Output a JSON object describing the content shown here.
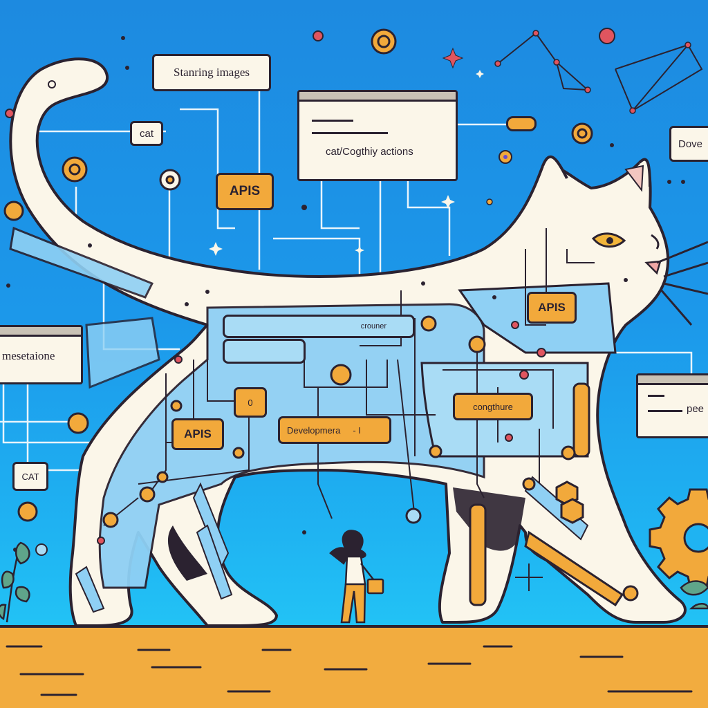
{
  "labels": {
    "starting_images": "Stanring images",
    "cat_top": "cat",
    "cognitive_actions": "cat/Cogthiy actions",
    "apis_upper": "APIS",
    "apis_head": "APIS",
    "apis_lower": "APIS",
    "dove_cut": "Dove",
    "mesotaione": "mesetaione",
    "cat_bottom": "CAT",
    "creature": "crouner",
    "developmera": "Developmera",
    "developmera_suffix": "- I",
    "congthure": "congthure",
    "pee": "pee",
    "zero": "0"
  },
  "colors": {
    "sky_top": "#1d8ae0",
    "sky_bottom": "#22c2f5",
    "cat_body": "#fbf6e9",
    "outline": "#2b2230",
    "accent_orange": "#f2a93b",
    "circuit_blue": "#8fd0f4",
    "ground": "#f2ac3f"
  },
  "icons": [
    "gear-icon",
    "sparkle-icon",
    "leaf-icon",
    "constellation-icon"
  ]
}
